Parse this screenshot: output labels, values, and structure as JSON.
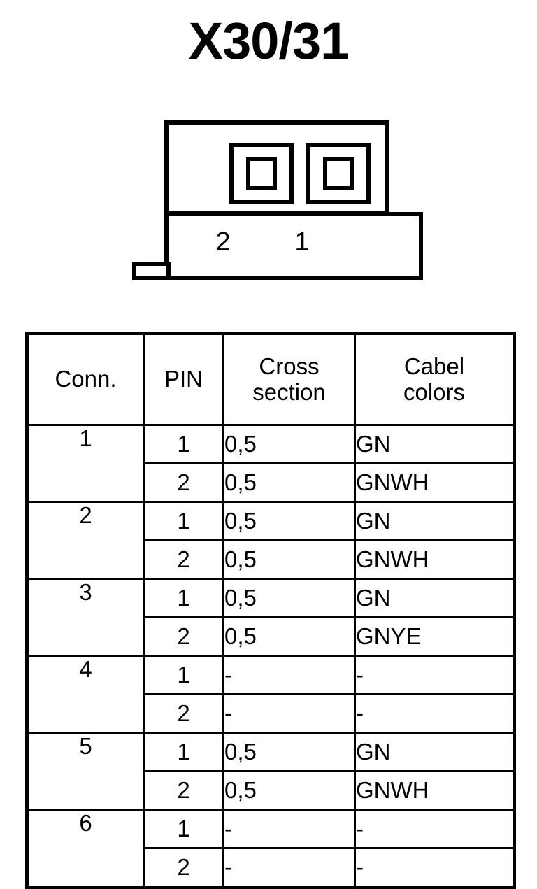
{
  "title": "X30/31",
  "connector_diagram": {
    "name": "connector-front-view",
    "pin_labels": [
      "2",
      "1"
    ],
    "pin_symbols": [
      {
        "id": "pin-2",
        "shape": "nested-square"
      },
      {
        "id": "pin-1",
        "shape": "nested-square"
      }
    ],
    "tab": "polarising-tab",
    "line_color": "#000000",
    "fill_color": "#ffffff"
  },
  "table": {
    "headers": [
      "Conn.",
      "PIN",
      "Cross section",
      "Cabel colors"
    ],
    "header_lines": [
      [
        "Conn."
      ],
      [
        "PIN"
      ],
      [
        "Cross",
        "section"
      ],
      [
        "Cabel",
        "colors"
      ]
    ],
    "groups": [
      {
        "conn": "1",
        "rows": [
          {
            "pin": "1",
            "cross_section": "0,5",
            "cable_color": "GN"
          },
          {
            "pin": "2",
            "cross_section": "0,5",
            "cable_color": "GNWH"
          }
        ]
      },
      {
        "conn": "2",
        "rows": [
          {
            "pin": "1",
            "cross_section": "0,5",
            "cable_color": "GN"
          },
          {
            "pin": "2",
            "cross_section": "0,5",
            "cable_color": "GNWH"
          }
        ]
      },
      {
        "conn": "3",
        "rows": [
          {
            "pin": "1",
            "cross_section": "0,5",
            "cable_color": "GN"
          },
          {
            "pin": "2",
            "cross_section": "0,5",
            "cable_color": "GNYE"
          }
        ]
      },
      {
        "conn": "4",
        "rows": [
          {
            "pin": "1",
            "cross_section": "-",
            "cable_color": "-"
          },
          {
            "pin": "2",
            "cross_section": "-",
            "cable_color": "-"
          }
        ]
      },
      {
        "conn": "5",
        "rows": [
          {
            "pin": "1",
            "cross_section": "0,5",
            "cable_color": "GN"
          },
          {
            "pin": "2",
            "cross_section": "0,5",
            "cable_color": "GNWH"
          }
        ]
      },
      {
        "conn": "6",
        "rows": [
          {
            "pin": "1",
            "cross_section": "-",
            "cable_color": "-"
          },
          {
            "pin": "2",
            "cross_section": "-",
            "cable_color": "-"
          }
        ]
      }
    ]
  }
}
